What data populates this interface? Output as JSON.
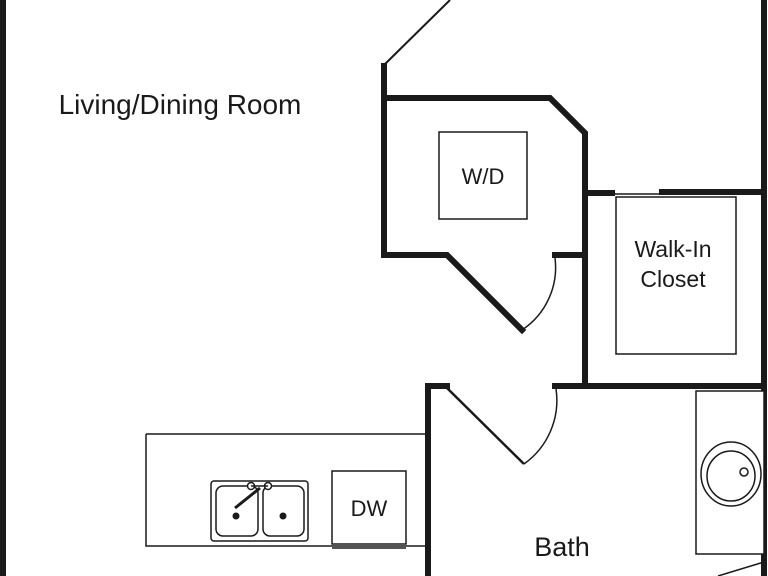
{
  "rooms": {
    "living_dining": "Living/Dining Room",
    "washer_dryer": "W/D",
    "closet_line1": "Walk-In",
    "closet_line2": "Closet",
    "dishwasher": "DW",
    "bath": "Bath"
  },
  "colors": {
    "wall": "#1a1a1a",
    "background": "#ffffff"
  }
}
